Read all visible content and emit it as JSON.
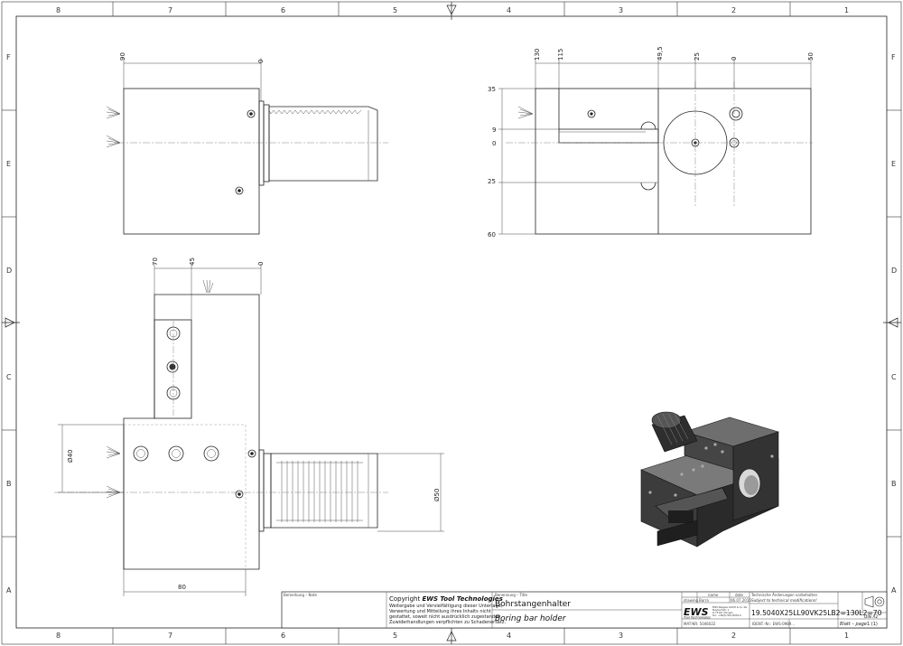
{
  "zones": {
    "columns": [
      "8",
      "7",
      "6",
      "5",
      "4",
      "3",
      "2",
      "1"
    ],
    "rows": [
      "F",
      "E",
      "D",
      "C",
      "B",
      "A"
    ]
  },
  "views": {
    "side_top_left": {
      "dims": [
        "90",
        "0"
      ]
    },
    "end_view": {
      "horizontal_dims": [
        "130",
        "115",
        "49,5",
        "25",
        "0",
        "50"
      ],
      "vertical_dims": [
        "35",
        "9",
        "0",
        "25",
        "60"
      ]
    },
    "front_view": {
      "top_dims": [
        "70",
        "45",
        "0"
      ],
      "diameter_left": "Ø40",
      "diameter_right": "Ø50",
      "bottom_dim": "80"
    }
  },
  "title_block": {
    "remark_label": "Bemerkung – Note",
    "copyright_title_prefix": "Copyright",
    "copyright_brand": "EWS Tool Technologies",
    "copyright_lines": [
      "Weitergabe und Vervielfältigung dieser Unterlage,",
      "Verwertung und Mitteilung ihres Inhalts nicht",
      "gestattet, soweit nicht ausdrücklich zugestanden.",
      "Zuwiderhandlungen verpflichten zu Schadenersatz."
    ],
    "designation_label": "Benennung – Title",
    "title_de": "Bohrstangenhalter",
    "title_en": "Boring bar holder",
    "table_header_name": "name",
    "table_header_date": "date",
    "drawing_label": "drawing",
    "drawn_by": "Barra",
    "drawn_date": "06.07.2016",
    "logo": "EWS",
    "logo_sub": "Tool Technologies",
    "company_lines": [
      "EWS Weigele GmbH & Co. KG",
      "Maybachstr. 1",
      "D-73116 Uhingen",
      "Tel.: +49(0)7161/3054-0"
    ],
    "mat_no": "MAT-NR: 5046022",
    "ident_no": "IDENT.-Nr.: EWS-0989...",
    "changes_note_de": "Technische Änderungen vorbehalten",
    "changes_note_en": "Subject to technical modifications!",
    "part_number": "19.5040X25LL90VK25LB2=130L2=70",
    "sheet_label": "Blatt – page",
    "sheet_value": "1 (1)",
    "format": "DIN A2"
  }
}
